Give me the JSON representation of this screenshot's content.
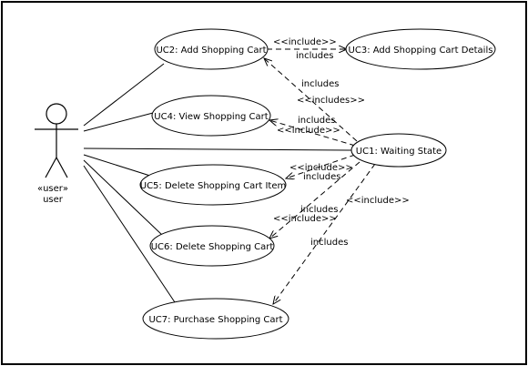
{
  "actor": {
    "stereotype": "«user»",
    "name": "user"
  },
  "use_cases": {
    "uc1": "UC1: Waiting State",
    "uc2": "UC2: Add Shopping Cart",
    "uc3": "UC3: Add Shopping Cart Details",
    "uc4": "UC4: View Shopping Cart",
    "uc5": "UC5: Delete Shopping Cart Item",
    "uc6": "UC6: Delete Shopping Cart",
    "uc7": "UC7: Purchase Shopping Cart"
  },
  "edge_labels": {
    "uc2_uc3_stereo": "<<include>>",
    "uc2_uc3_name": "includes",
    "uc1_uc2_name": "includes",
    "uc1_uc2_stereo": "<<includes>>",
    "uc1_uc4_name": "includes",
    "uc1_uc4_stereo": "<<include>>",
    "uc1_uc5_stereo": "<<include>>",
    "uc1_uc5_name": "includes",
    "uc1_uc7_stereo": "<<include>>",
    "uc1_uc6_name": "includes",
    "uc1_uc6_stereo": "<<include>>",
    "uc1_uc7_name": "includes"
  }
}
